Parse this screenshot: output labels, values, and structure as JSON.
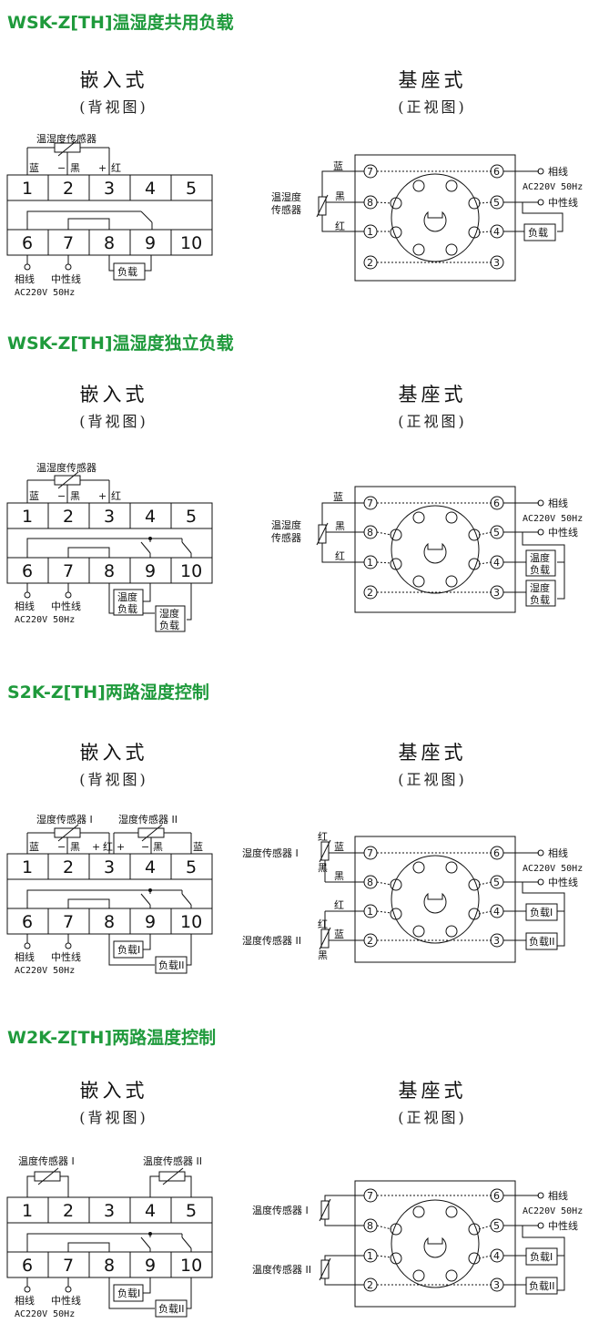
{
  "sections": [
    {
      "title": "WSK-Z[TH]温湿度共用负载",
      "embedded": {
        "title": "嵌入式",
        "subtitle": "(背视图)"
      },
      "base": {
        "title": "基座式",
        "subtitle": "(正视图)"
      },
      "sensor_label": "温湿度传感器",
      "wire_blue": "蓝",
      "wire_black": "黑",
      "wire_red": "红",
      "minus": "—",
      "plus": "+",
      "terminals_top": [
        "1",
        "2",
        "3",
        "4",
        "5"
      ],
      "terminals_bottom": [
        "6",
        "7",
        "8",
        "9",
        "10"
      ],
      "phase": "相线",
      "neutral": "中性线",
      "supply": "AC220V 50Hz",
      "load": "负载",
      "base_sensor": "温湿度\n传感器",
      "pins": [
        "7",
        "8",
        "1",
        "2",
        "6",
        "5",
        "4",
        "3"
      ]
    },
    {
      "title": "WSK-Z[TH]温湿度独立负载",
      "embedded": {
        "title": "嵌入式",
        "subtitle": "(背视图)"
      },
      "base": {
        "title": "基座式",
        "subtitle": "(正视图)"
      },
      "sensor_label": "温湿度传感器",
      "load_temp": "温度\n负载",
      "load_hum": "湿度\n负载"
    },
    {
      "title": "S2K-Z[TH]两路湿度控制",
      "embedded": {
        "title": "嵌入式",
        "subtitle": "(背视图)"
      },
      "base": {
        "title": "基座式",
        "subtitle": "(正视图)"
      },
      "sensor1": "湿度传感器 I",
      "sensor2": "湿度传感器 II",
      "load1": "负载I",
      "load2": "负载II"
    },
    {
      "title": "W2K-Z[TH]两路温度控制",
      "embedded": {
        "title": "嵌入式",
        "subtitle": "(背视图)"
      },
      "base": {
        "title": "基座式",
        "subtitle": "(正视图)"
      },
      "sensor1": "温度传感器 I",
      "sensor2": "温度传感器 II",
      "load1": "负载I",
      "load2": "负载II"
    }
  ]
}
